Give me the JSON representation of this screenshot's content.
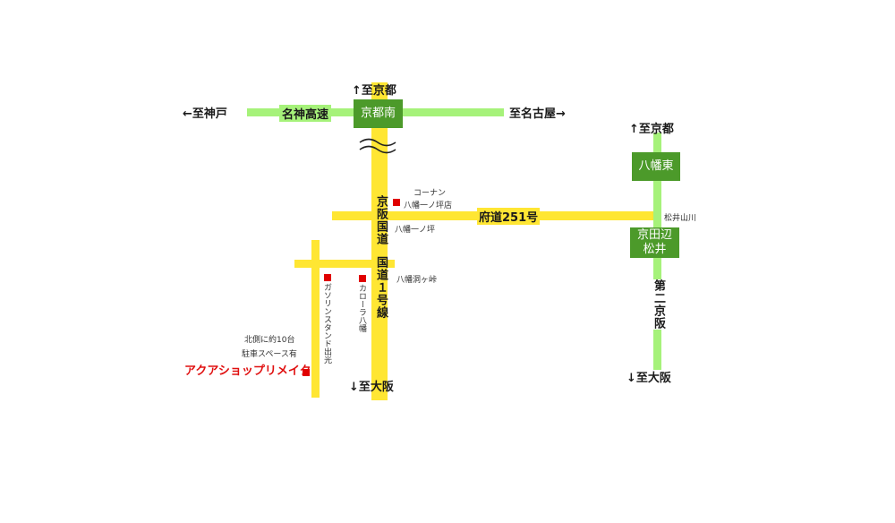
{
  "directions": {
    "to_kyoto_top": "↑至京都",
    "to_kobe": "←至神戸",
    "to_nagoya": "至名古屋→",
    "to_kyoto_right": "↑至京都",
    "to_osaka_center": "↓至大阪",
    "to_osaka_right": "↓至大阪"
  },
  "roads": {
    "meishin": "名神高速",
    "keihan_kokudo": "京阪国道",
    "kokudo_1": "国道１号線",
    "fudo_251": "府道251号",
    "daini_keihan": "第二京阪"
  },
  "interchanges": {
    "kyoto_minami": "京都南",
    "yawata_higashi": "八幡東",
    "kyotanabe_matsui_line1": "京田辺",
    "kyotanabe_matsui_line2": "松井"
  },
  "places": {
    "konan_line1": "コーナン",
    "konan_line2": "八幡一ノ坪店",
    "yawata_ichinotsubo": "八幡一ノ坪",
    "matsui_yamate": "松井山川",
    "yawata_horagatoge": "八幡洞ヶ峠",
    "gas_station": "ガソリンスタンド出光",
    "corolla": "カローラ八幡",
    "parking_line1": "北側に約10台",
    "parking_line2": "駐車スペース有"
  },
  "shop": {
    "name": "アクアショップリメイク"
  },
  "colors": {
    "yellow_road": "#ffe633",
    "green_road": "#a6f27a",
    "interchange": "#4c9a2a",
    "marker": "#e00000",
    "shop_text": "#e01010"
  }
}
